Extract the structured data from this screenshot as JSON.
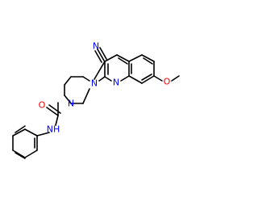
{
  "molecule": {
    "atoms": {
      "nitrile_n": {
        "symbol": "N",
        "color": "#0000ff"
      },
      "quinoline_n": {
        "symbol": "N",
        "color": "#0000ff"
      },
      "piperazine_n_top": {
        "symbol": "N",
        "color": "#0000ff"
      },
      "piperazine_n_bottom": {
        "symbol": "N",
        "color": "#0000ff"
      },
      "methoxy_o": {
        "symbol": "O",
        "color": "#ff0000"
      },
      "carbonyl_o": {
        "symbol": "O",
        "color": "#ff0000"
      },
      "amide_nh": {
        "symbol": "NH",
        "color": "#0000ff"
      }
    },
    "bond_color": "#000000"
  }
}
